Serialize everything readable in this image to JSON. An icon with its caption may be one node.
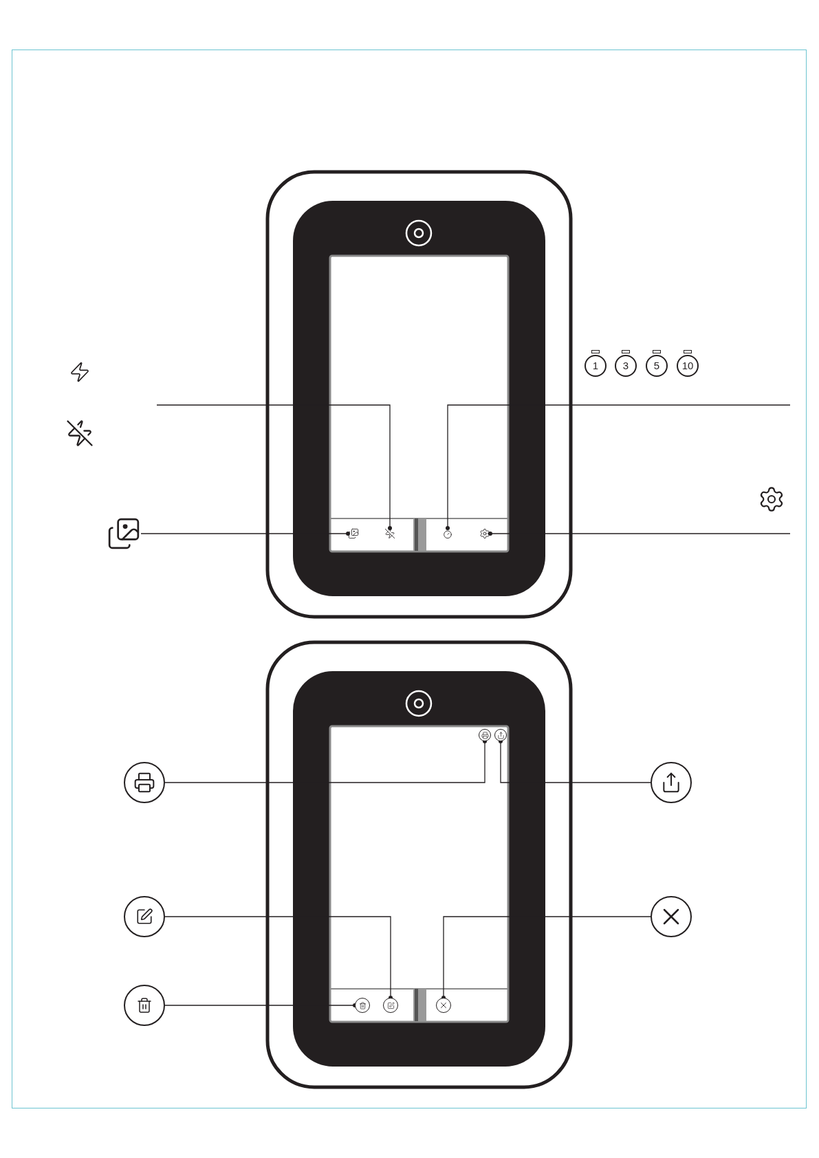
{
  "diagram": {
    "nodes": [
      {
        "text": [],
        "shape": "picture"
      },
      {
        "text": [],
        "shape": "picture"
      },
      {
        "text": [
          "1"
        ]
      },
      {
        "text": [
          "3"
        ]
      },
      {
        "text": [
          "5"
        ]
      },
      {
        "text": [
          "10"
        ]
      },
      {
        "text": [],
        "shape": "picture"
      },
      {
        "text": [],
        "shape": "picture"
      },
      {
        "text": [],
        "shape": "picture"
      },
      {
        "text": [],
        "shape": "picture"
      },
      {
        "text": [],
        "shape": "picture"
      },
      {
        "text": [],
        "shape": "picture"
      },
      {
        "text": [],
        "shape": "circle"
      },
      {
        "text": [],
        "shape": "circle"
      },
      {
        "text": [],
        "shape": "circle"
      },
      {
        "text": [],
        "shape": "circle"
      },
      {
        "text": [],
        "shape": "circle"
      },
      {
        "text": [],
        "shape": "circle"
      },
      {
        "text": [],
        "shape": "circle"
      },
      {
        "text": [],
        "shape": "circle"
      },
      {
        "text": [],
        "shape": "circle"
      },
      {
        "text": [],
        "shape": "circle"
      }
    ],
    "edges": [
      {
        "from": null,
        "to": 9,
        "arrow": "other"
      },
      {
        "from": null,
        "to": 10,
        "arrow": "other"
      },
      {
        "from": 7,
        "to": 8,
        "arrow": "other"
      },
      {
        "from": null,
        "to": 11,
        "arrow": "other"
      },
      {
        "from": 14,
        "to": 12,
        "arrow": "other"
      },
      {
        "from": 15,
        "to": 13,
        "arrow": "other"
      },
      {
        "from": 16,
        "to": 20,
        "arrow": "other"
      },
      {
        "from": 17,
        "to": 21,
        "arrow": "other"
      },
      {
        "from": 18,
        "to": 19,
        "arrow": "other"
      }
    ]
  }
}
